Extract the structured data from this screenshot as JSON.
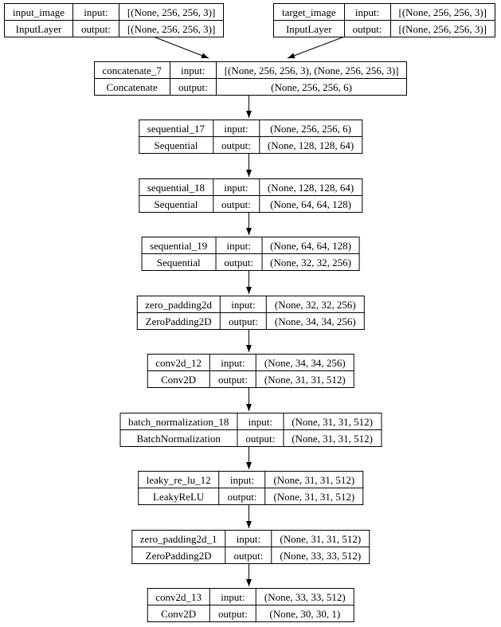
{
  "labels": {
    "input": "input:",
    "output": "output:"
  },
  "colors": {
    "background": "#ffffff",
    "border": "#000000",
    "text": "#000000",
    "edge": "#000000"
  },
  "nodes": [
    {
      "name": "input_image",
      "class_name": "InputLayer",
      "input_shape": "[(None, 256, 256, 3)]",
      "output_shape": "[(None, 256, 256, 3)]"
    },
    {
      "name": "target_image",
      "class_name": "InputLayer",
      "input_shape": "[(None, 256, 256, 3)]",
      "output_shape": "[(None, 256, 256, 3)]"
    },
    {
      "name": "concatenate_7",
      "class_name": "Concatenate",
      "input_shape": "[(None, 256, 256, 3), (None, 256, 256, 3)]",
      "output_shape": "(None, 256, 256, 6)"
    },
    {
      "name": "sequential_17",
      "class_name": "Sequential",
      "input_shape": "(None, 256, 256, 6)",
      "output_shape": "(None, 128, 128, 64)"
    },
    {
      "name": "sequential_18",
      "class_name": "Sequential",
      "input_shape": "(None, 128, 128, 64)",
      "output_shape": "(None, 64, 64, 128)"
    },
    {
      "name": "sequential_19",
      "class_name": "Sequential",
      "input_shape": "(None, 64, 64, 128)",
      "output_shape": "(None, 32, 32, 256)"
    },
    {
      "name": "zero_padding2d",
      "class_name": "ZeroPadding2D",
      "input_shape": "(None, 32, 32, 256)",
      "output_shape": "(None, 34, 34, 256)"
    },
    {
      "name": "conv2d_12",
      "class_name": "Conv2D",
      "input_shape": "(None, 34, 34, 256)",
      "output_shape": "(None, 31, 31, 512)"
    },
    {
      "name": "batch_normalization_18",
      "class_name": "BatchNormalization",
      "input_shape": "(None, 31, 31, 512)",
      "output_shape": "(None, 31, 31, 512)"
    },
    {
      "name": "leaky_re_lu_12",
      "class_name": "LeakyReLU",
      "input_shape": "(None, 31, 31, 512)",
      "output_shape": "(None, 31, 31, 512)"
    },
    {
      "name": "zero_padding2d_1",
      "class_name": "ZeroPadding2D",
      "input_shape": "(None, 31, 31, 512)",
      "output_shape": "(None, 33, 33, 512)"
    },
    {
      "name": "conv2d_13",
      "class_name": "Conv2D",
      "input_shape": "(None, 33, 33, 512)",
      "output_shape": "(None, 30, 30, 1)"
    }
  ]
}
